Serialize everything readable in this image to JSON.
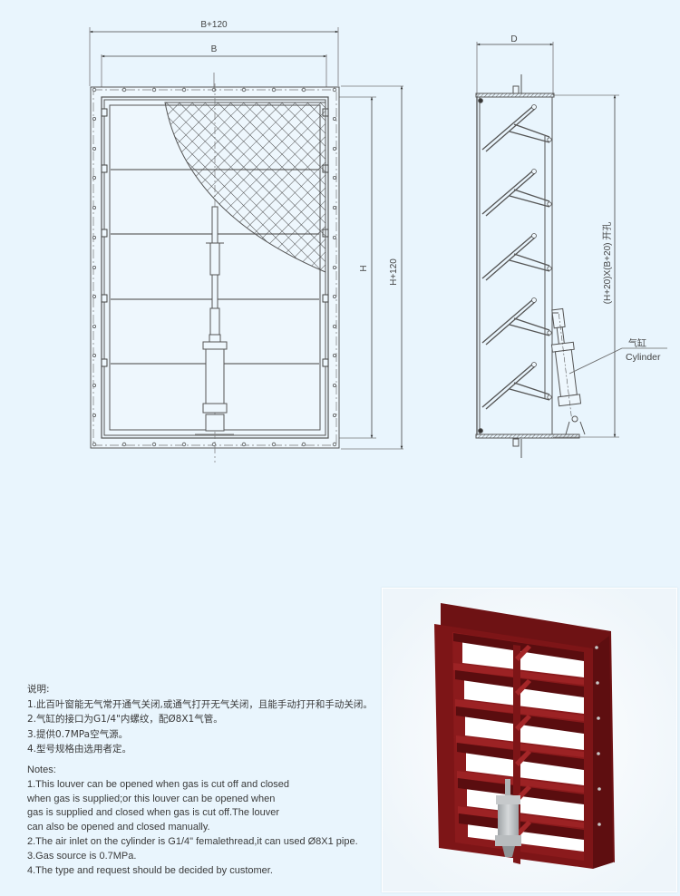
{
  "front_view": {
    "dim_overall_width": "B+120",
    "dim_width": "B",
    "dim_height": "H",
    "dim_overall_height": "H+120"
  },
  "side_view": {
    "dim_depth": "D",
    "dim_opening": "(H+20)X(B+20)  开孔",
    "cylinder_label_cn": "气缸",
    "cylinder_label_en": "Cylinder"
  },
  "notes_cn": {
    "title": "说明:",
    "items": [
      "1.此百叶窗能无气常开通气关闭,或通气打开无气关闭，且能手动打开和手动关闭。",
      "2.气缸的接口为G1/4\"内螺纹，配Ø8X1气管。",
      "3.提供0.7MPa空气源。",
      "4.型号规格由选用者定。"
    ]
  },
  "notes_en": {
    "title": "Notes:",
    "lines": [
      "1.This louver can be opened when gas is cut off and closed",
      "when gas is supplied;or this louver can be opened when",
      "gas is supplied and closed when gas is cut off.The louver",
      "can also be opened and closed manually.",
      "2.The air inlet on the cylinder is G1/4\" femalethread,it can used Ø8X1 pipe.",
      "3.Gas source is 0.7MPa.",
      "4.The type and request should be decided by customer."
    ]
  },
  "photo": {
    "subject": "pneumatic-louver-3d-render",
    "frame_color": "#7a1416",
    "cylinder_color": "#b9bdc0"
  },
  "colors": {
    "background": "#e9f5fd",
    "line": "#555555"
  }
}
